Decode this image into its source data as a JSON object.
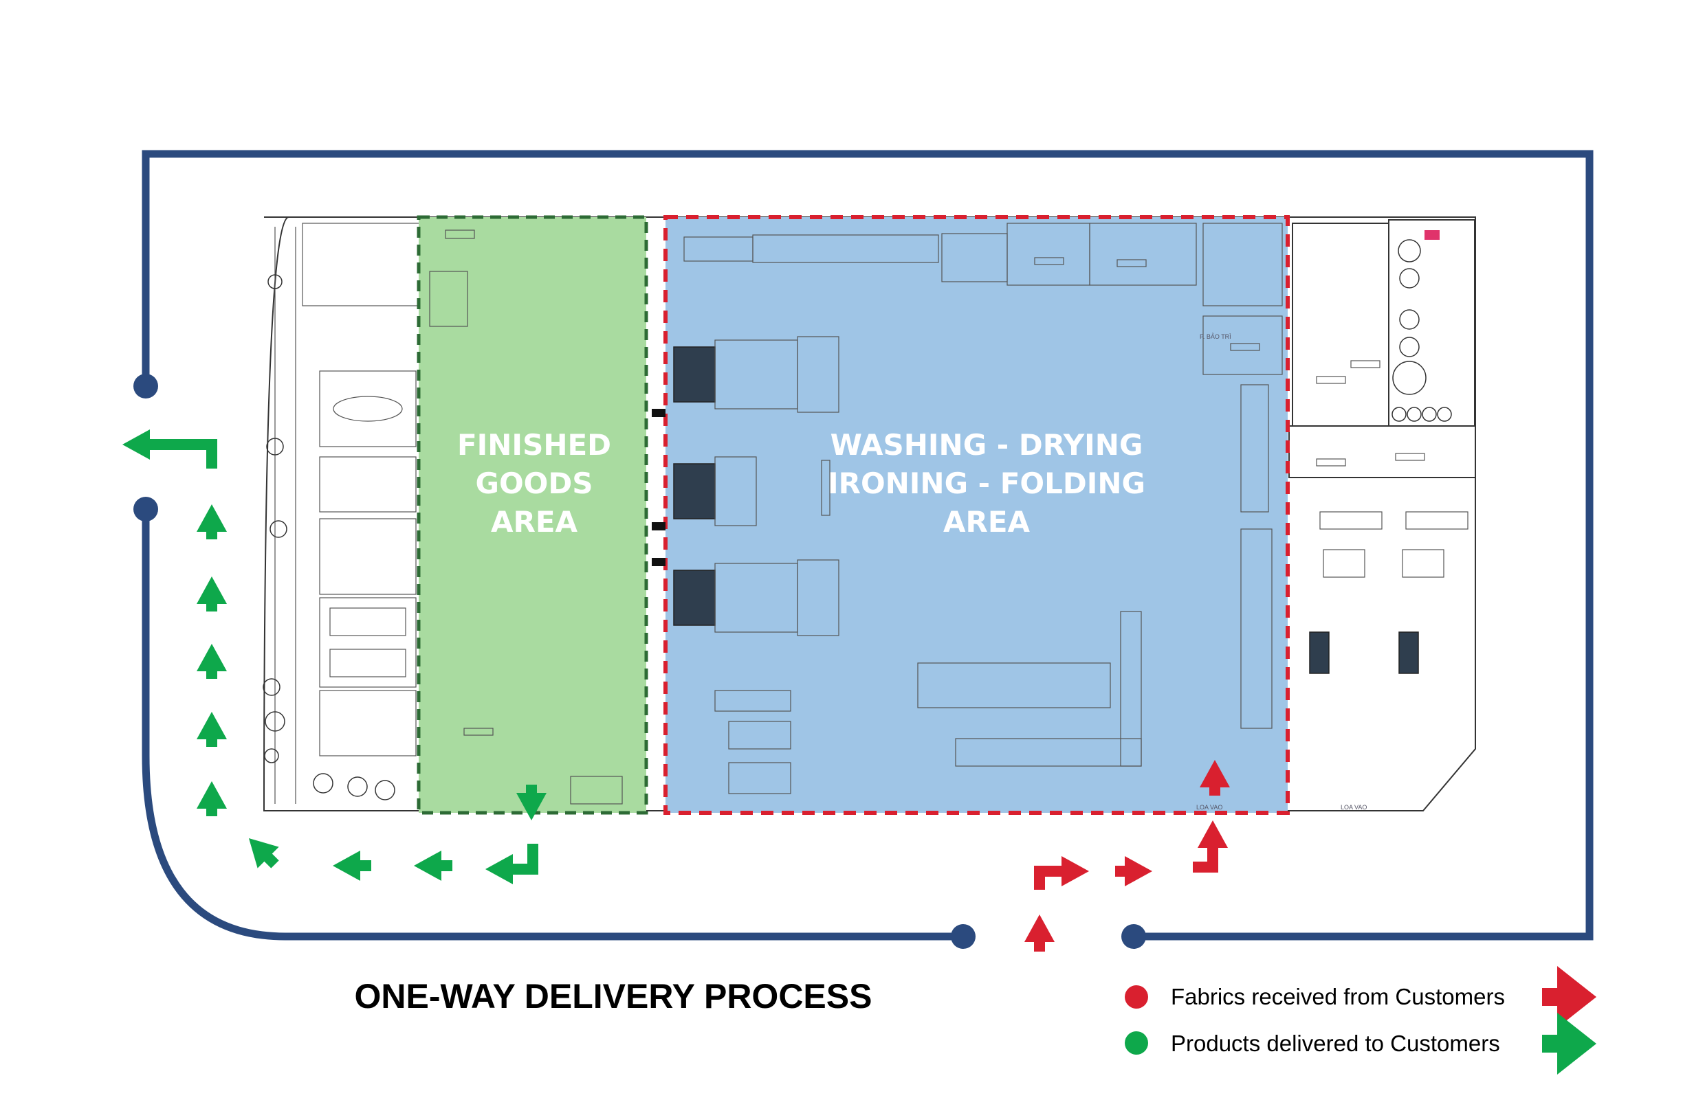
{
  "diagram": {
    "title": "ONE-WAY DELIVERY PROCESS",
    "areas": {
      "finished_goods": [
        "FINISHED",
        "GOODS",
        "AREA"
      ],
      "washing": [
        "WASHING - DRYING",
        "IRONING - FOLDING",
        "AREA"
      ]
    },
    "plan_labels": {
      "maintenance_room": "P. BẢO TRÌ",
      "entrance_1": "LOA VAO",
      "entrance_2": "LOA VAO"
    },
    "legend": [
      {
        "label": "Fabrics received from Customers",
        "color": "#d9202f",
        "icon": "arrow-right-icon"
      },
      {
        "label": "Products delivered to Customers",
        "color": "#0ea84b",
        "icon": "arrow-right-icon"
      }
    ],
    "colors": {
      "route": "#2b4a7e",
      "green_area": "#a9dba0",
      "blue_area": "#9fc5e6",
      "red": "#d9202f",
      "green": "#0ea84b",
      "green_border": "#2d6b35"
    }
  }
}
